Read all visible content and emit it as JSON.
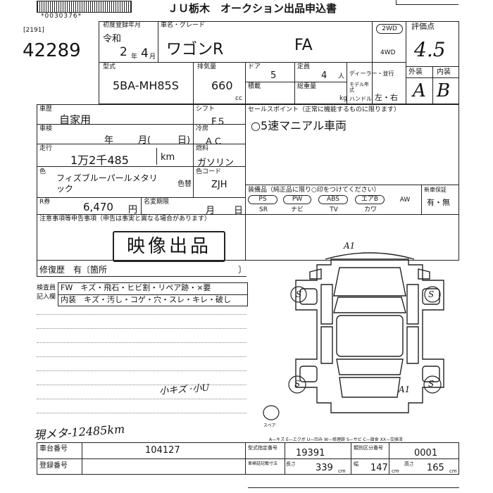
{
  "header": {
    "serial": "*0030376*",
    "form_title": "ＪＵ栃木　オークション出品申込書",
    "lot_code": "[2191]",
    "lot_number": "42289"
  },
  "vehicle": {
    "reg_label": "初度登録年月",
    "era": "令和",
    "year": "2",
    "month": "4",
    "name_label": "車名・グレード",
    "name": "ワゴンR",
    "grade": "FA",
    "drive_2wd": "2WD",
    "drive_4wd": "4WD",
    "model_label": "型式",
    "model": "5BA-MH85S",
    "displacement_label": "排気量",
    "displacement": "660",
    "displacement_unit": "cc",
    "doors_label": "ドア",
    "doors": "5",
    "seats_label": "定員",
    "seats": "4",
    "seats_unit": "人",
    "load_label": "積載",
    "load_unit": "kg",
    "weight_label": "総重量",
    "dealer_label": "ディーラー・並行",
    "model_year_label": "モデル年式",
    "handle_label": "ハンドル",
    "handle": "左・右",
    "rating_label": "評価点",
    "rating": "4.5",
    "exterior_label": "外装",
    "interior_label": "内装",
    "exterior": "A",
    "interior": "B"
  },
  "details": {
    "category_label": "車歴",
    "category": "自家用",
    "inspection_label": "車検",
    "inspection_year": "年",
    "inspection_month": "月(",
    "inspection_day": "日)",
    "mileage_label": "走行",
    "mileage": "1万2千485",
    "mileage_unit": "km",
    "color_label": "色",
    "color": "フィズブルーパールメタリ",
    "color_line2": "ック",
    "color_change_label": "色替",
    "shift_label": "シフト",
    "shift": "F５",
    "ac_label": "冷房",
    "ac": "ＡＣ",
    "fuel_label": "燃料",
    "fuel": "ガソリン",
    "color_code_label": "色コード",
    "color_code": "ZJH",
    "recycle_label": "R券",
    "recycle_fee": "6,470",
    "recycle_unit": "円",
    "name_change_label": "名変期限",
    "name_change_month": "月",
    "name_change_day": "日"
  },
  "sales_point": {
    "label": "セールスポイント（正常に機能するものに限ります）",
    "text": "○5速マニアル車両"
  },
  "equipment": {
    "label": "装備品（純正品に限り○印をつけてください）",
    "row1": [
      "PS",
      "PW",
      "ABS",
      "エアB",
      "AW"
    ],
    "row2": [
      "SR",
      "ナビ",
      "TV",
      "カワ",
      ""
    ],
    "new_car_label": "新車保証",
    "new_car_value": "有・無"
  },
  "notes": {
    "label": "注意事項等申告事項（申告は事実と異なる場合があります）",
    "stamp": "映像出品",
    "repair_label": "修復歴　有〔箇所",
    "repair_close": "〕"
  },
  "inspector": {
    "label1": "検査員",
    "label2": "記入欄",
    "row1": "FW　キズ・飛石・ヒビ割・リペア跡・×要",
    "row2": "内装　キズ・汚し・コゲ・穴・スレ・キレ・破し",
    "handwritten_note": "小キズ ·小U",
    "meter_note": "現メタ-12485km"
  },
  "diagram": {
    "marks": [
      "A1",
      "S",
      "S",
      "S",
      "S",
      "A1"
    ],
    "spare_label": "スペア",
    "legend": "A—キズ E—エクボ U—凹み W—修理跡 S—サビ C—腐食 XX—交換済"
  },
  "footer": {
    "frame_label": "車台番号",
    "frame_number": "104127",
    "registration_label": "登録番号",
    "type_designation_label": "型式指定番号",
    "type_designation": "19391",
    "category_number_label": "類別区分番号",
    "category_number": "0001",
    "dims_label": "車検証記載寸法",
    "length_label": "長さ",
    "length": "339",
    "length_unit": "cm",
    "width_label": "幅",
    "width": "147",
    "width_unit": "cm",
    "height_label": "高さ",
    "height": "165",
    "height_unit": "cm"
  }
}
